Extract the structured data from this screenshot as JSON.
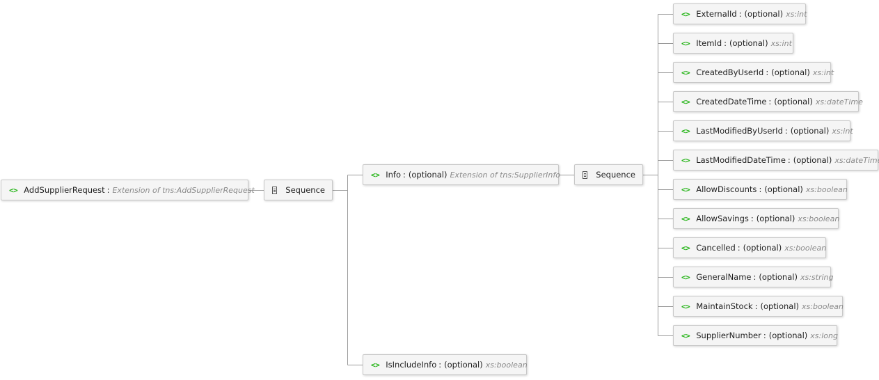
{
  "root": {
    "name": "AddSupplierRequest",
    "separator": ":",
    "type": "Extension of tns:AddSupplierRequest",
    "icon": "xml-element-icon"
  },
  "sequence_1": {
    "label": "Sequence",
    "icon": "sequence-icon"
  },
  "info": {
    "name": "Info",
    "separator": ":",
    "optional": "(optional)",
    "type": "Extension of tns:SupplierInfo"
  },
  "is_include_info": {
    "name": "IsIncludeInfo",
    "separator": ":",
    "optional": "(optional)",
    "type": "xs:boolean"
  },
  "sequence_2": {
    "label": "Sequence",
    "icon": "sequence-icon"
  },
  "fields": [
    {
      "name": "ExternalId",
      "separator": ":",
      "optional": "(optional)",
      "type": "xs:int"
    },
    {
      "name": "ItemId",
      "separator": ":",
      "optional": "(optional)",
      "type": "xs:int"
    },
    {
      "name": "CreatedByUserId",
      "separator": ":",
      "optional": "(optional)",
      "type": "xs:int"
    },
    {
      "name": "CreatedDateTime",
      "separator": ":",
      "optional": "(optional)",
      "type": "xs:dateTime"
    },
    {
      "name": "LastModifiedByUserId",
      "separator": ":",
      "optional": "(optional)",
      "type": "xs:int"
    },
    {
      "name": "LastModifiedDateTime",
      "separator": ":",
      "optional": "(optional)",
      "type": "xs:dateTime"
    },
    {
      "name": "AllowDiscounts",
      "separator": ":",
      "optional": "(optional)",
      "type": "xs:boolean"
    },
    {
      "name": "AllowSavings",
      "separator": ":",
      "optional": "(optional)",
      "type": "xs:boolean"
    },
    {
      "name": "Cancelled",
      "separator": ":",
      "optional": "(optional)",
      "type": "xs:boolean"
    },
    {
      "name": "GeneralName",
      "separator": ":",
      "optional": "(optional)",
      "type": "xs:string"
    },
    {
      "name": "MaintainStock",
      "separator": ":",
      "optional": "(optional)",
      "type": "xs:boolean"
    },
    {
      "name": "SupplierNumber",
      "separator": ":",
      "optional": "(optional)",
      "type": "xs:long"
    }
  ],
  "colors": {
    "element_icon": "#22b314",
    "connector": "#9a9a9a",
    "node_border": "#c8c8c8",
    "node_fill": "#f5f5f5",
    "type_text": "#8a8a8a"
  }
}
